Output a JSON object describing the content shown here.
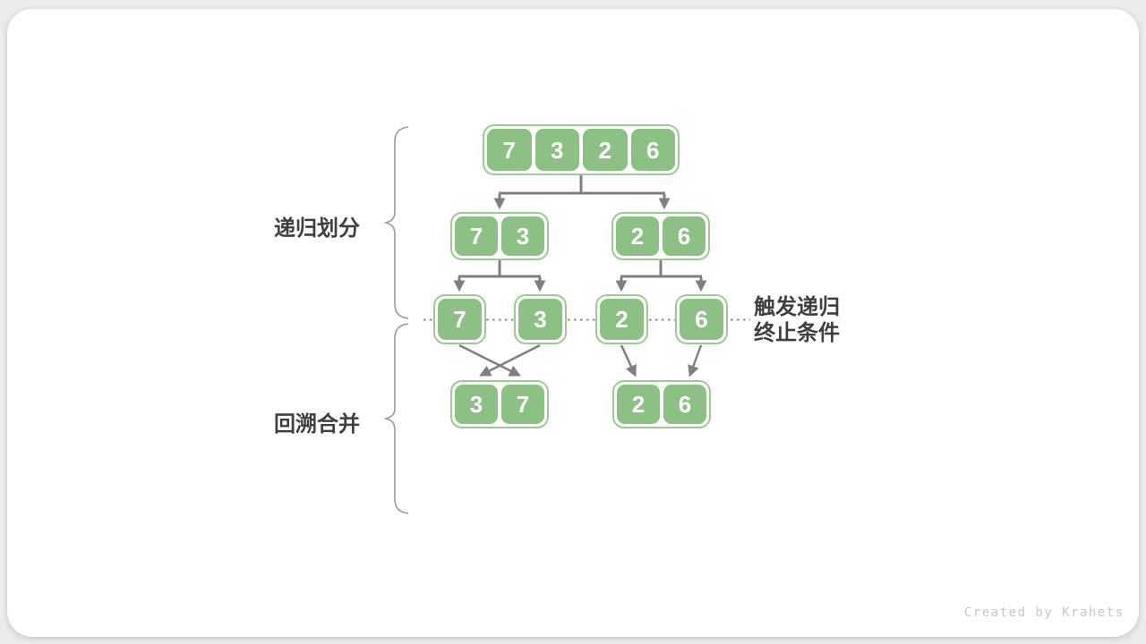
{
  "colors": {
    "page_bg": "#ececec",
    "card_bg": "#ffffff",
    "cell_fill": "#8cc084",
    "cell_ring": "#9ccb93",
    "cell_text": "#ffffff",
    "arrow": "#7f7f7f",
    "dotted": "#8a8a8a",
    "brace": "#9a9a9a",
    "label_text": "#3f3f3f",
    "credit_text": "#c6c6c6"
  },
  "labels": {
    "phase_divide": "递归划分",
    "phase_merge": "回溯合并",
    "base_case_line1": "触发递归",
    "base_case_line2": "终止条件",
    "credit": "Created by Krahets"
  },
  "tree": {
    "root": {
      "cells": [
        "7",
        "3",
        "2",
        "6"
      ]
    },
    "level2_left": {
      "cells": [
        "7",
        "3"
      ]
    },
    "level2_right": {
      "cells": [
        "2",
        "6"
      ]
    },
    "level3_boxes": {
      "cells": [
        "7",
        "3",
        "2",
        "6"
      ]
    },
    "level4_left": {
      "cells": [
        "3",
        "7"
      ]
    },
    "level4_right": {
      "cells": [
        "2",
        "6"
      ]
    }
  }
}
